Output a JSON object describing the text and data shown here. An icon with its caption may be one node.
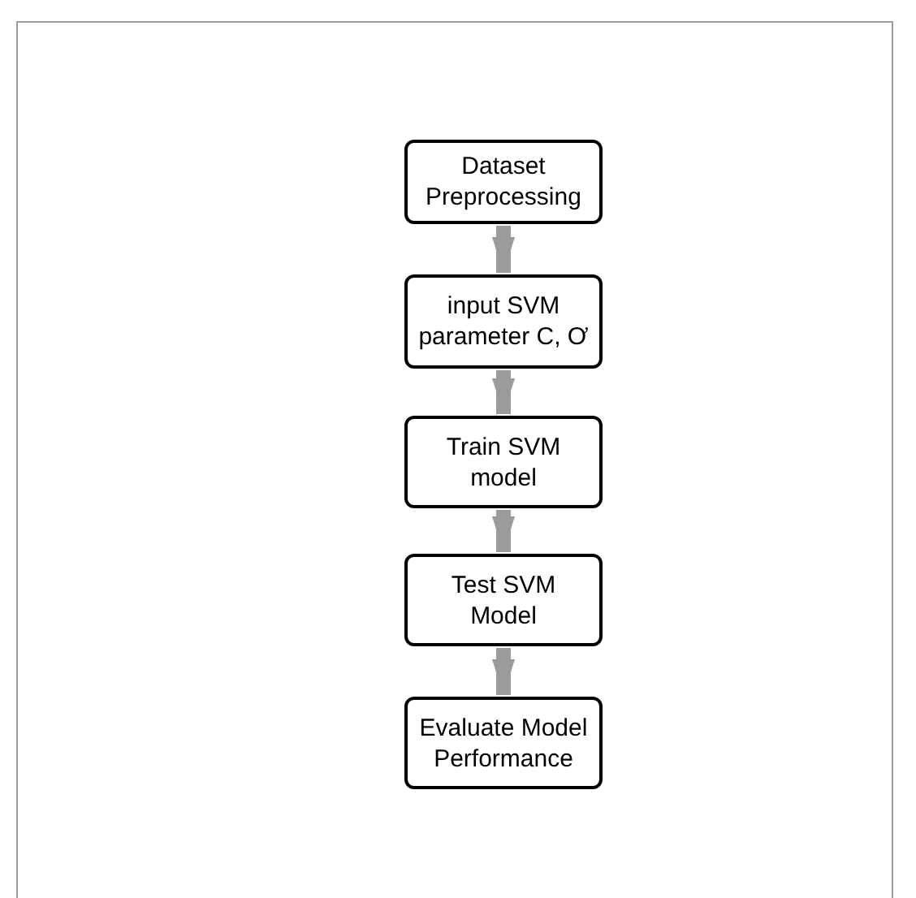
{
  "diagram": {
    "nodes": [
      {
        "text": [
          "Dataset Preprocessing"
        ]
      },
      {
        "text": [
          "input SVM parameter C, Ơ"
        ]
      },
      {
        "text": [
          "Train SVM model"
        ]
      },
      {
        "text": [
          "Test SVM Model"
        ]
      },
      {
        "text": [
          "Evaluate Model Performance"
        ]
      }
    ],
    "edges": [
      {
        "from": 0,
        "to": 1,
        "arrow": "to"
      },
      {
        "from": 1,
        "to": 2,
        "arrow": "to"
      },
      {
        "from": 2,
        "to": 3,
        "arrow": "to"
      },
      {
        "from": 3,
        "to": 4,
        "arrow": "to"
      }
    ]
  }
}
